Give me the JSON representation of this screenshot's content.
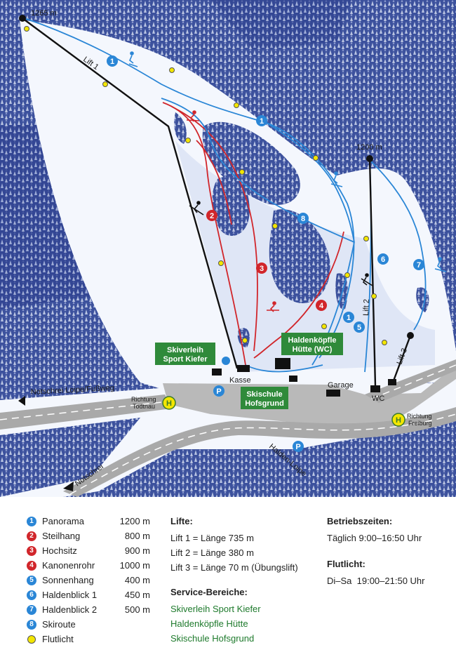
{
  "colors": {
    "forest": "#3a4f9c",
    "snow": "#f4f7fd",
    "slope_blue": "#2a86d6",
    "slope_red": "#d1262b",
    "lift": "#111111",
    "road": "#bcbcbc",
    "service_green": "#2f8a3a",
    "flutlicht": "#f3e600",
    "parking": "#2a86d6",
    "bus": "#f3e600"
  },
  "map": {
    "summit_1": "1265 m",
    "summit_2": "1200 m",
    "lifts": [
      "Lift 1",
      "Lift 2",
      "Lift 3"
    ],
    "kasse": "Kasse",
    "garage": "Garage",
    "wc": "WC",
    "loipe_top": "Notschrei Loipe/Fußweg",
    "loipe_halden": "Halden-Loipe",
    "notschrei": "Notschrei",
    "parking": "P",
    "bus": "H",
    "dir_todtnau": [
      "Richtung",
      "Todtnau"
    ],
    "dir_freiburg": [
      "Richtung",
      "Freiburg"
    ],
    "green_boxes": [
      [
        "Skiverleih",
        "Sport Kiefer"
      ],
      [
        "Haldenköpfle",
        "Hütte (WC)"
      ],
      [
        "Skischule",
        "Hofsgrund"
      ]
    ],
    "piste_markers": [
      {
        "number": "1",
        "color": "blue"
      },
      {
        "number": "1",
        "color": "blue"
      },
      {
        "number": "1",
        "color": "blue"
      },
      {
        "number": "2",
        "color": "red"
      },
      {
        "number": "3",
        "color": "red"
      },
      {
        "number": "4",
        "color": "red"
      },
      {
        "number": "5",
        "color": "blue"
      },
      {
        "number": "6",
        "color": "blue"
      },
      {
        "number": "7",
        "color": "blue"
      },
      {
        "number": "8",
        "color": "blue"
      }
    ]
  },
  "legend": {
    "pistes": [
      {
        "number": "1",
        "name": "Panorama",
        "length": "1200 m",
        "color": "blue"
      },
      {
        "number": "2",
        "name": "Steilhang",
        "length": "800 m",
        "color": "red"
      },
      {
        "number": "3",
        "name": "Hochsitz",
        "length": "900 m",
        "color": "red"
      },
      {
        "number": "4",
        "name": "Kanonenrohr",
        "length": "1000 m",
        "color": "red"
      },
      {
        "number": "5",
        "name": "Sonnenhang",
        "length": "400 m",
        "color": "blue"
      },
      {
        "number": "6",
        "name": "Haldenblick 1",
        "length": "450 m",
        "color": "blue"
      },
      {
        "number": "7",
        "name": "Haldenblick 2",
        "length": "500 m",
        "color": "blue"
      },
      {
        "number": "8",
        "name": "Skiroute",
        "length": "",
        "color": "blue"
      }
    ],
    "flutlicht_label": "Flutlicht",
    "lifte_heading": "Lifte:",
    "lifte": [
      "Lift 1 = Länge 735 m",
      "Lift 2 = Länge 380 m",
      "Lift 3 = Länge 70 m (Übungslift)"
    ],
    "service_heading": "Service-Bereiche:",
    "service": [
      "Skiverleih Sport Kiefer",
      "Haldenköpfle Hütte",
      "Skischule Hofsgrund"
    ],
    "betrieb_heading": "Betriebszeiten:",
    "betrieb": "Täglich 9:00–16:50 Uhr",
    "flut_heading": "Flutlicht:",
    "flut_times": "Di–Sa  19:00–21:50 Uhr"
  }
}
